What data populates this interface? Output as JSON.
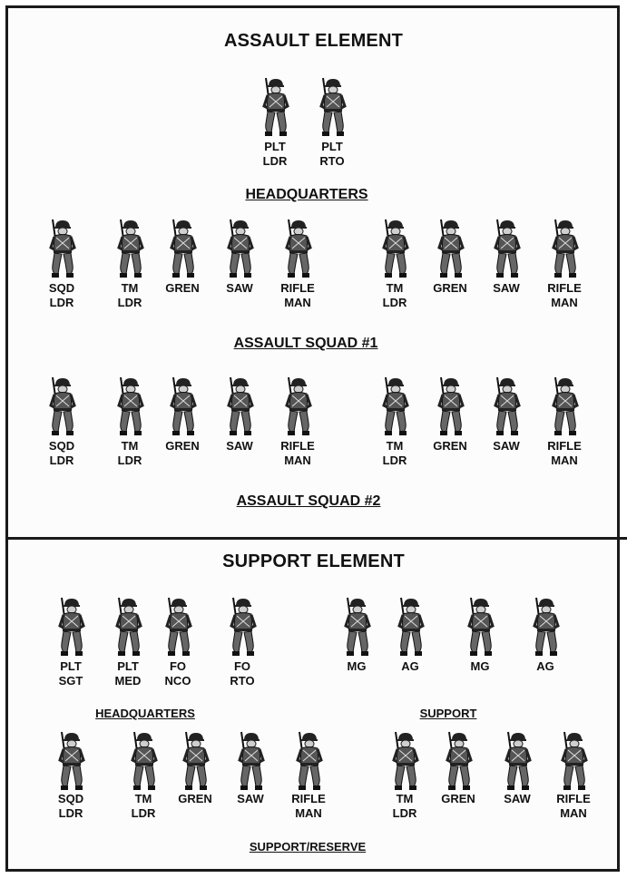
{
  "assault_element": {
    "title": "ASSAULT ELEMENT",
    "headquarters": {
      "label": "HEADQUARTERS",
      "members": [
        "PLT\nLDR",
        "PLT\nRTO"
      ]
    },
    "squad1": {
      "label": "ASSAULT SQUAD #1",
      "members": [
        "SQD\nLDR",
        "TM\nLDR",
        "GREN",
        "SAW",
        "RIFLE\nMAN",
        "TM\nLDR",
        "GREN",
        "SAW",
        "RIFLE\nMAN"
      ]
    },
    "squad2": {
      "label": "ASSAULT SQUAD #2",
      "members": [
        "SQD\nLDR",
        "TM\nLDR",
        "GREN",
        "SAW",
        "RIFLE\nMAN",
        "TM\nLDR",
        "GREN",
        "SAW",
        "RIFLE\nMAN"
      ]
    }
  },
  "support_element": {
    "title": "SUPPORT ELEMENT",
    "headquarters": {
      "label": "HEADQUARTERS",
      "members": [
        "PLT\nSGT",
        "PLT\nMED",
        "FO\nNCO",
        "FO\nRTO"
      ]
    },
    "support": {
      "label": "SUPPORT",
      "members": [
        "MG",
        "AG",
        "MG",
        "AG"
      ]
    },
    "reserve": {
      "label": "SUPPORT/RESERVE",
      "members": [
        "SQD\nLDR",
        "TM\nLDR",
        "GREN",
        "SAW",
        "RIFLE\nMAN",
        "TM\nLDR",
        "GREN",
        "SAW",
        "RIFLE\nMAN"
      ]
    }
  }
}
